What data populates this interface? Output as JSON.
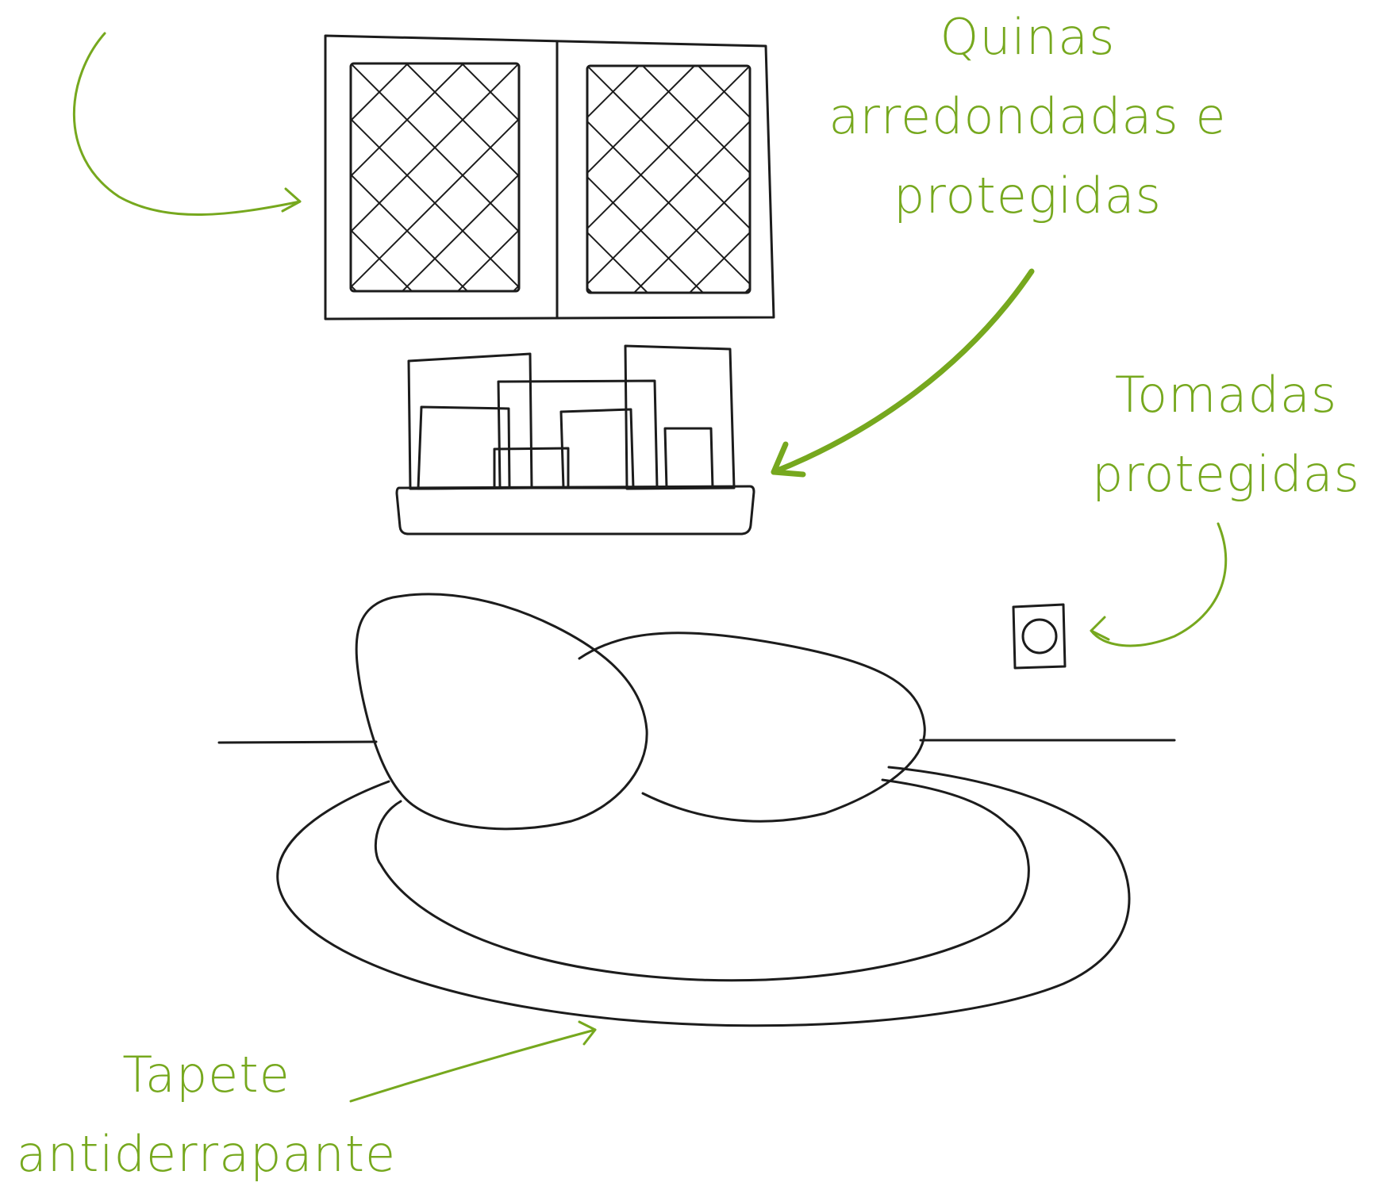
{
  "annotations": {
    "corners": {
      "lines": [
        "Quinas",
        "arredondadas e",
        "protegidas"
      ]
    },
    "outlets": {
      "lines": [
        "Tomadas",
        "protegidas"
      ]
    },
    "rug": {
      "lines": [
        "Tapete",
        "antiderrapante"
      ]
    }
  },
  "colors": {
    "accent": "#76a81e",
    "ink": "#1c1c1c",
    "background": "#ffffff"
  }
}
